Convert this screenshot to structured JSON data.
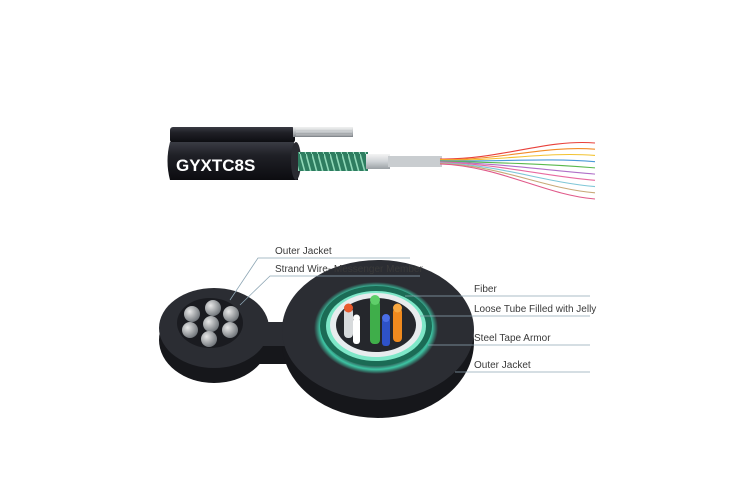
{
  "cable": {
    "model": "GYXTC8S",
    "jacket_color": "#1c1d22",
    "armor_color": "#3e8e6e",
    "fiber_colors": [
      "#e8403a",
      "#f28c28",
      "#f2c230",
      "#4a9ad8",
      "#5ab94e",
      "#b070c8",
      "#e86aa0",
      "#7fc7d8",
      "#c8a878",
      "#e05a8a"
    ]
  },
  "labels": {
    "outer_jacket_top": "Outer Jacket",
    "strand_wire": "Strand Wire- Messenger Member",
    "fiber": "Fiber",
    "loose_tube": "Loose Tube Filled with Jelly",
    "steel_tape": "Steel Tape Armor",
    "outer_jacket_bottom": "Outer Jacket"
  },
  "colors": {
    "ring_glow": "#3fd6b0",
    "leader_line": "#8fa7b5",
    "tube_inner": "#d9dde0"
  }
}
